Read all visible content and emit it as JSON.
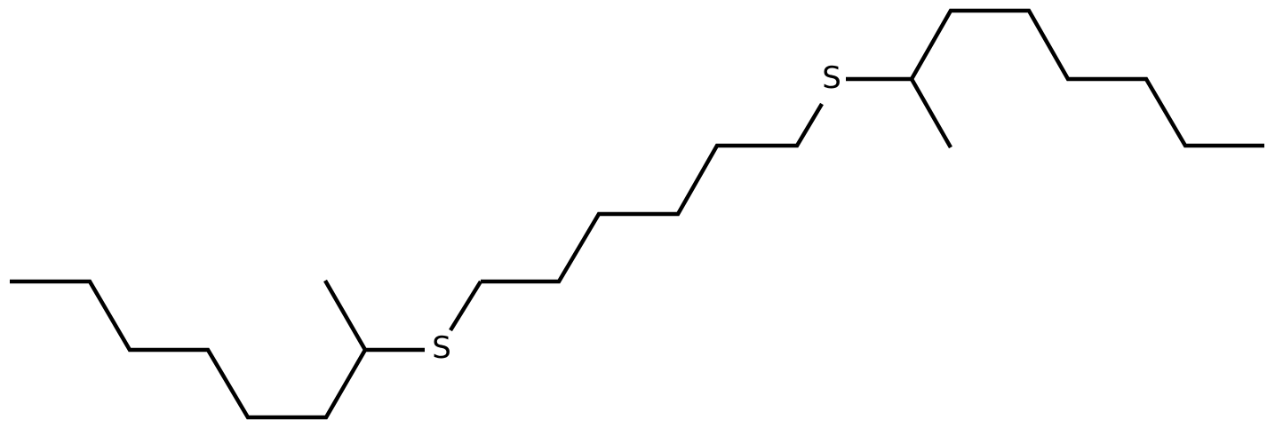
{
  "structure": {
    "atoms": [
      {
        "id": "S1",
        "symbol": "S"
      },
      {
        "id": "S2",
        "symbol": "S"
      }
    ]
  },
  "style": {
    "bond_color": "#000000",
    "background": "#ffffff"
  }
}
